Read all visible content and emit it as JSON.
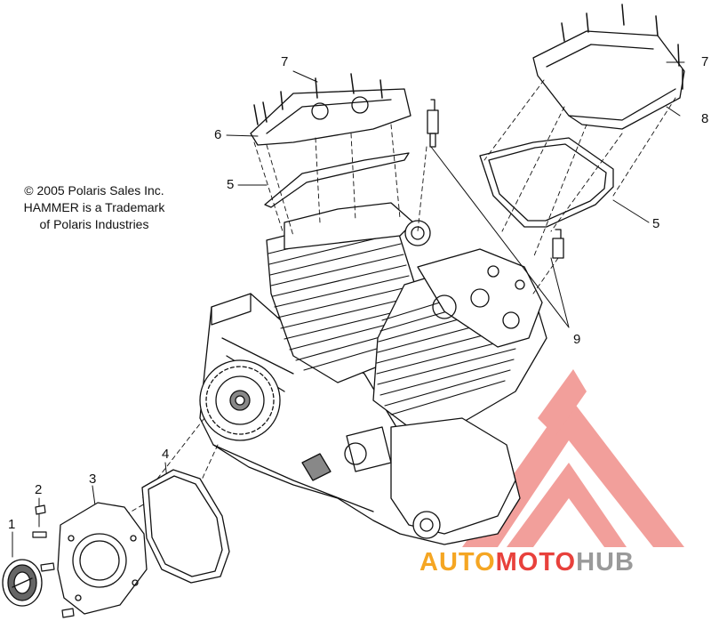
{
  "copyright": {
    "line1": "© 2005 Polaris Sales Inc.",
    "line2": "HAMMER is a Trademark",
    "line3": "of Polaris Industries"
  },
  "callouts": {
    "c1": "1",
    "c2": "2",
    "c3": "3",
    "c4": "4",
    "c5_left": "5",
    "c5_right": "5",
    "c6": "6",
    "c7_left": "7",
    "c7_right": "7",
    "c8": "8",
    "c9": "9"
  },
  "watermark": {
    "part1": "AUTO",
    "part2": "MOTO",
    "part3": "HUB",
    "color_orange": "#f5a623",
    "color_red": "#e8413c",
    "color_gray": "#9a9a9a"
  }
}
